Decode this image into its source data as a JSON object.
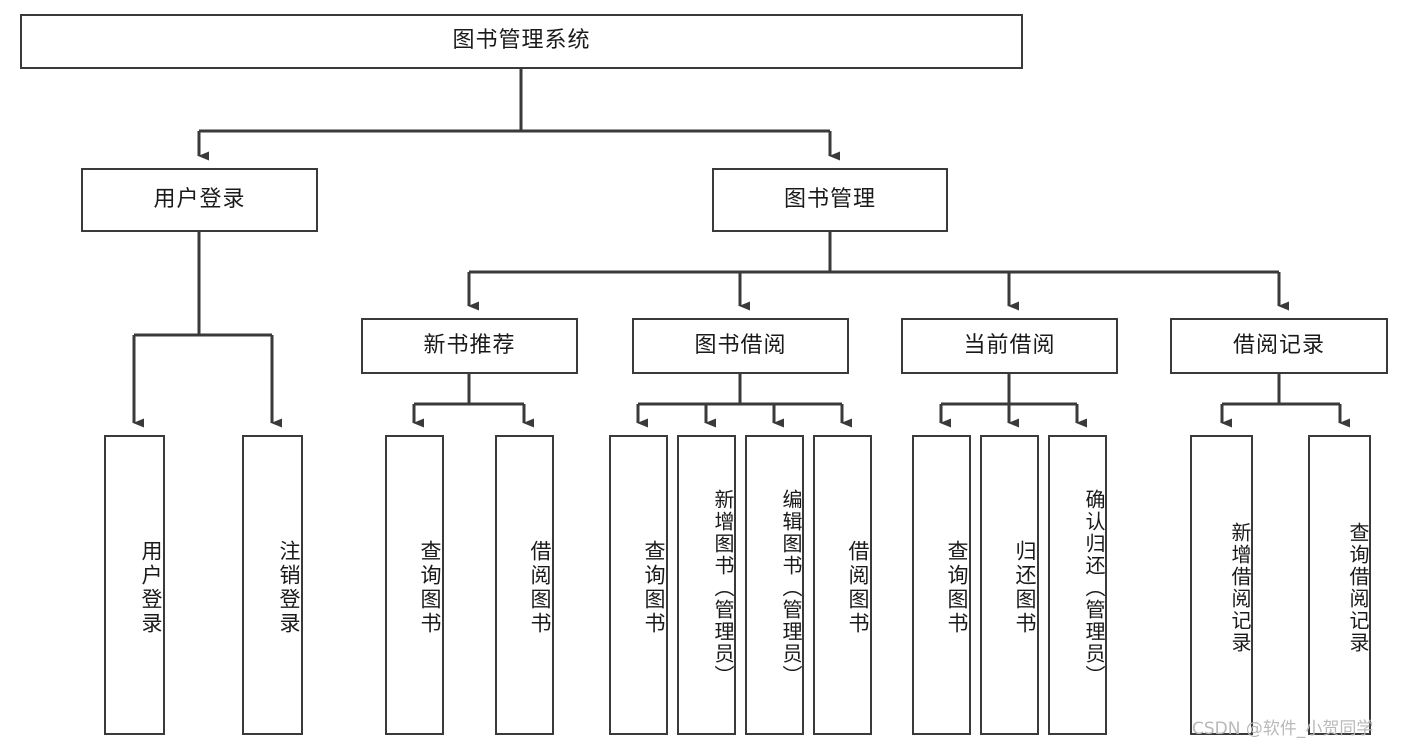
{
  "diagram": {
    "type": "tree",
    "orientation": "top-down",
    "root": {
      "id": "root",
      "label": "图书管理系统"
    },
    "level1": [
      {
        "id": "user-login",
        "label": "用户登录"
      },
      {
        "id": "book-manage",
        "label": "图书管理"
      }
    ],
    "level2": [
      {
        "id": "new-book-recommend",
        "label": "新书推荐",
        "parent": "book-manage"
      },
      {
        "id": "book-borrow",
        "label": "图书借阅",
        "parent": "book-manage"
      },
      {
        "id": "current-borrow",
        "label": "当前借阅",
        "parent": "book-manage"
      },
      {
        "id": "borrow-record",
        "label": "借阅记录",
        "parent": "book-manage"
      }
    ],
    "leaves": {
      "user-login": [
        {
          "id": "leaf-user-login",
          "label": "用户登录"
        },
        {
          "id": "leaf-logout",
          "label": "注销登录"
        }
      ],
      "new-book-recommend": [
        {
          "id": "leaf-query-book-1",
          "label": "查询图书"
        },
        {
          "id": "leaf-borrow-book-1",
          "label": "借阅图书"
        }
      ],
      "book-borrow": [
        {
          "id": "leaf-query-book-2",
          "label": "查询图书"
        },
        {
          "id": "leaf-add-book",
          "label": "新增图书（管理员）"
        },
        {
          "id": "leaf-edit-book",
          "label": "编辑图书（管理员）"
        },
        {
          "id": "leaf-borrow-book-2",
          "label": "借阅图书"
        }
      ],
      "current-borrow": [
        {
          "id": "leaf-query-book-3",
          "label": "查询图书"
        },
        {
          "id": "leaf-return-book",
          "label": "归还图书"
        },
        {
          "id": "leaf-confirm-return",
          "label": "确认归还（管理员）"
        }
      ],
      "borrow-record": [
        {
          "id": "leaf-add-record",
          "label": "新增借阅记录"
        },
        {
          "id": "leaf-query-record",
          "label": "查询借阅记录"
        }
      ]
    }
  },
  "watermark": {
    "text": "CSDN @软件_小贺同学"
  },
  "colors": {
    "stroke": "#3a3a3a",
    "background": "#ffffff",
    "text": "#1a1a1a",
    "watermark": "#b9b9b9"
  }
}
